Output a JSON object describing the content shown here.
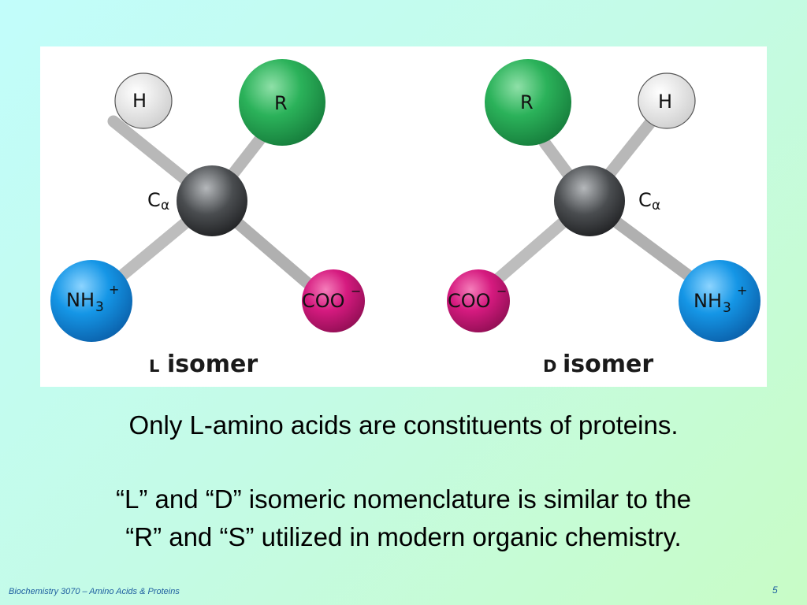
{
  "figure": {
    "l_isomer": {
      "caption_letter": "L",
      "caption_word": "isomer",
      "atoms": {
        "hydrogen": "H",
        "r_group": "R",
        "alpha_carbon": "C",
        "alpha_subscript": "α",
        "amino": "NH",
        "amino_sub": "3",
        "amino_charge": "+",
        "carboxyl": "COO",
        "carboxyl_charge": "−"
      }
    },
    "d_isomer": {
      "caption_letter": "D",
      "caption_word": "isomer",
      "atoms": {
        "hydrogen": "H",
        "r_group": "R",
        "alpha_carbon": "C",
        "alpha_subscript": "α",
        "amino": "NH",
        "amino_sub": "3",
        "amino_charge": "+",
        "carboxyl": "COO",
        "carboxyl_charge": "−"
      }
    },
    "colors": {
      "hydrogen": "#f2f2f2",
      "r_group": "#1fa84f",
      "carbon": "#4a4d50",
      "amino": "#0f8ee0",
      "carboxyl": "#d0187a"
    }
  },
  "body": {
    "line1": "Only L-amino acids are constituents of proteins.",
    "line2a": "“L” and “D” isomeric nomenclature is similar to the",
    "line2b": "“R” and “S” utilized in modern organic chemistry."
  },
  "footer": {
    "title": "Biochemistry 3070 – Amino Acids & Proteins",
    "page_number": "5"
  }
}
